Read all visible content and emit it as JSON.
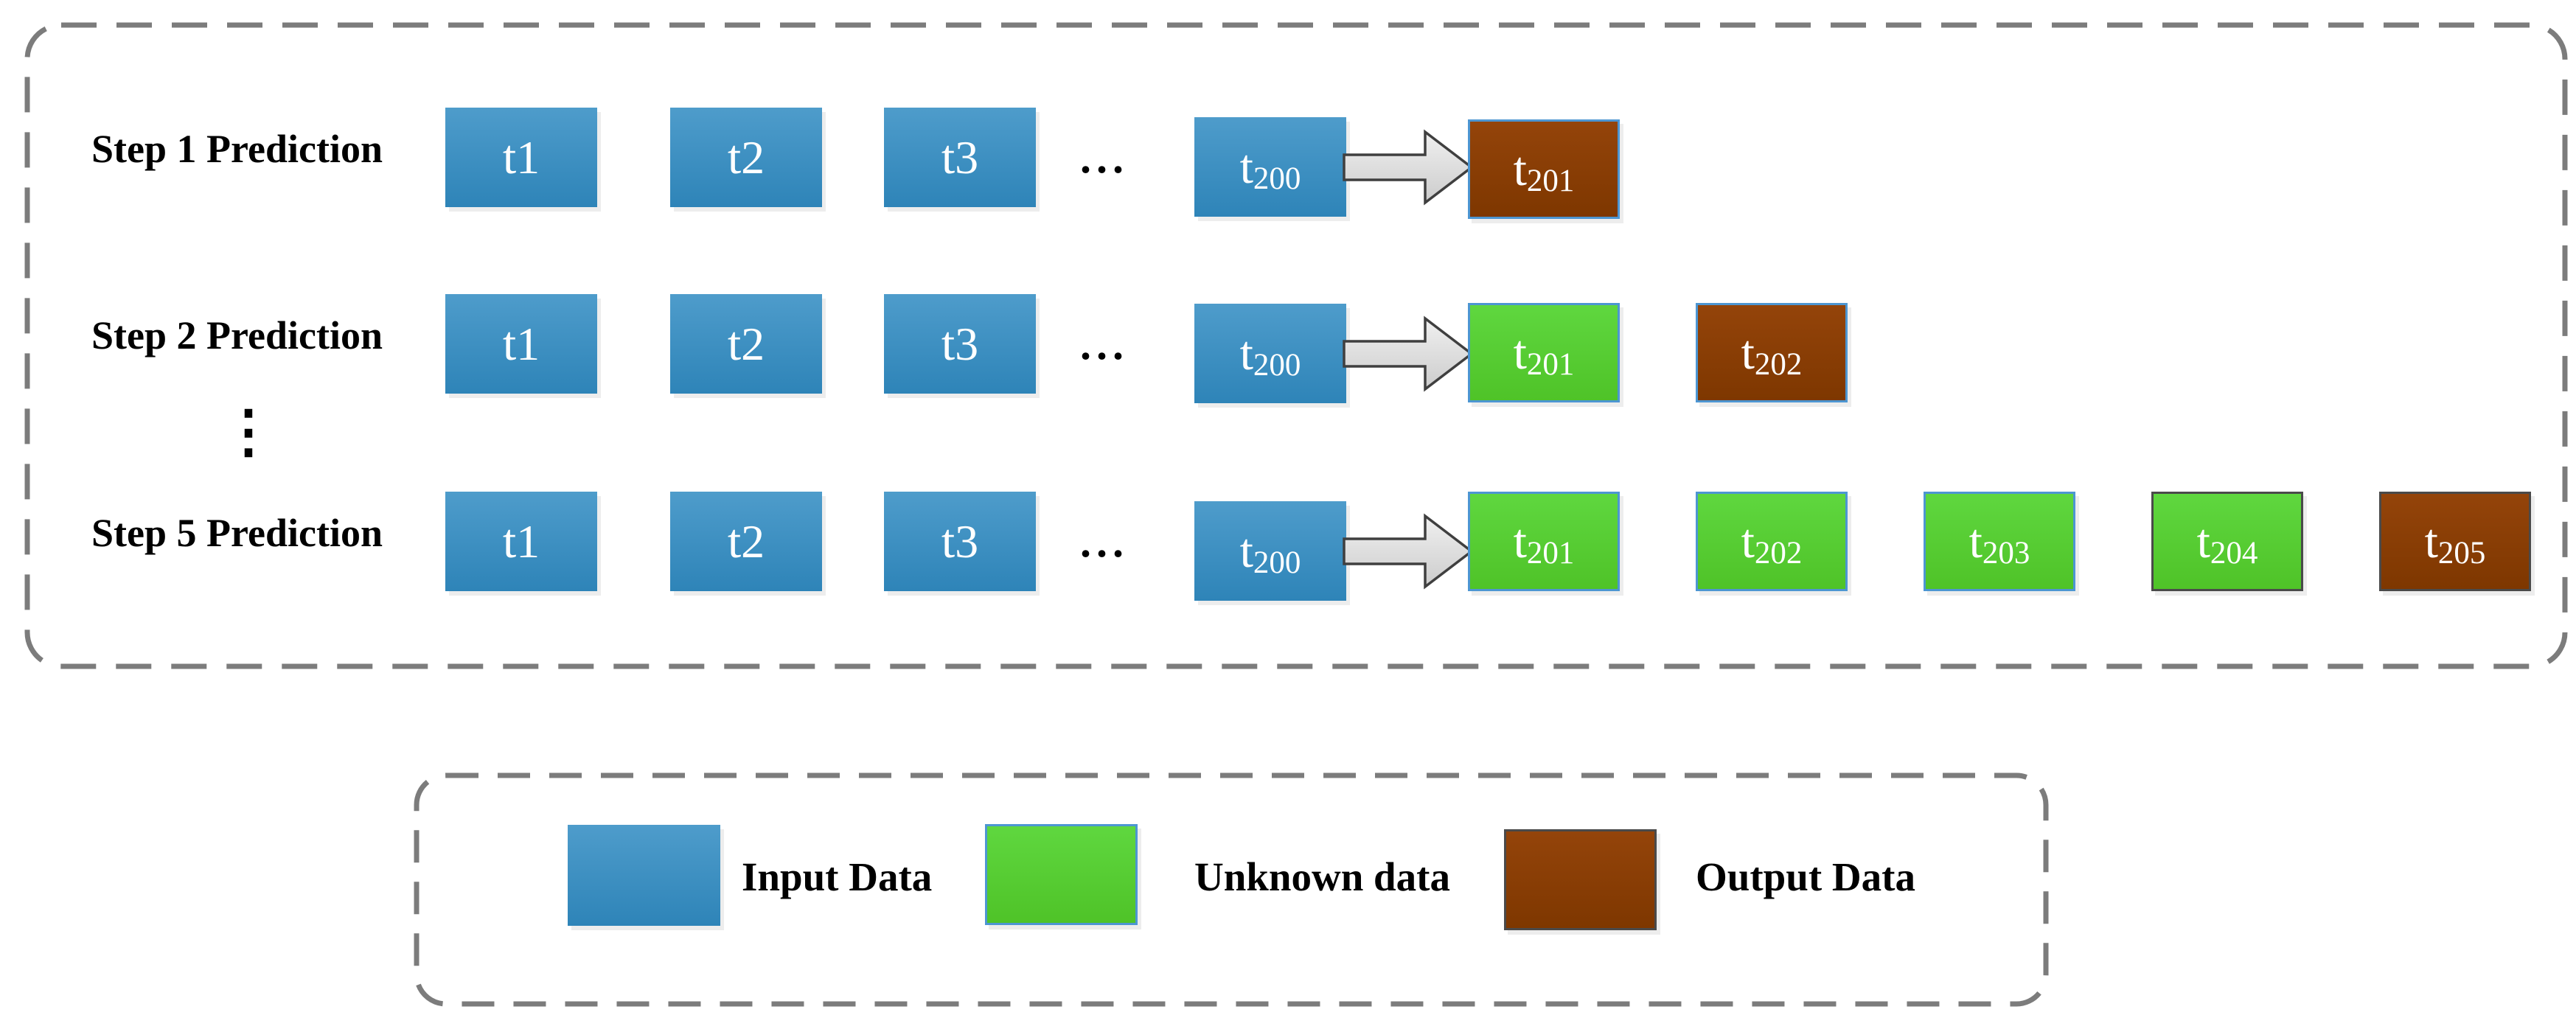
{
  "figure": {
    "rows": [
      {
        "label": "Step 1 Prediction",
        "cells": [
          {
            "kind": "box",
            "variant": "input",
            "border": "none",
            "label": {
              "base": "t",
              "sub": "1"
            },
            "subscript": false
          },
          {
            "kind": "box",
            "variant": "input",
            "border": "none",
            "label": {
              "base": "t",
              "sub": "2"
            },
            "subscript": false
          },
          {
            "kind": "box",
            "variant": "input",
            "border": "none",
            "label": {
              "base": "t",
              "sub": "3"
            },
            "subscript": false
          },
          {
            "kind": "ellipsis",
            "glyph": "..."
          },
          {
            "kind": "box",
            "variant": "input",
            "border": "none",
            "label": {
              "base": "t",
              "sub": "200"
            },
            "subscript": true
          },
          {
            "kind": "arrow"
          },
          {
            "kind": "box",
            "variant": "output",
            "border": "blue",
            "label": {
              "base": "t",
              "sub": "201"
            },
            "subscript": true
          }
        ]
      },
      {
        "label": "Step 2 Prediction",
        "cells": [
          {
            "kind": "box",
            "variant": "input",
            "border": "none",
            "label": {
              "base": "t",
              "sub": "1"
            },
            "subscript": false
          },
          {
            "kind": "box",
            "variant": "input",
            "border": "none",
            "label": {
              "base": "t",
              "sub": "2"
            },
            "subscript": false
          },
          {
            "kind": "box",
            "variant": "input",
            "border": "none",
            "label": {
              "base": "t",
              "sub": "3"
            },
            "subscript": false
          },
          {
            "kind": "ellipsis",
            "glyph": "..."
          },
          {
            "kind": "box",
            "variant": "input",
            "border": "none",
            "label": {
              "base": "t",
              "sub": "200"
            },
            "subscript": true
          },
          {
            "kind": "arrow"
          },
          {
            "kind": "box",
            "variant": "unknown",
            "border": "blue",
            "label": {
              "base": "t",
              "sub": "201"
            },
            "subscript": true
          },
          {
            "kind": "box",
            "variant": "output",
            "border": "blue",
            "label": {
              "base": "t",
              "sub": "202"
            },
            "subscript": true
          }
        ]
      },
      {
        "label": "Step 5 Prediction",
        "cells": [
          {
            "kind": "box",
            "variant": "input",
            "border": "none",
            "label": {
              "base": "t",
              "sub": "1"
            },
            "subscript": false
          },
          {
            "kind": "box",
            "variant": "input",
            "border": "none",
            "label": {
              "base": "t",
              "sub": "2"
            },
            "subscript": false
          },
          {
            "kind": "box",
            "variant": "input",
            "border": "none",
            "label": {
              "base": "t",
              "sub": "3"
            },
            "subscript": false
          },
          {
            "kind": "ellipsis",
            "glyph": "..."
          },
          {
            "kind": "box",
            "variant": "input",
            "border": "none",
            "label": {
              "base": "t",
              "sub": "200"
            },
            "subscript": true
          },
          {
            "kind": "arrow"
          },
          {
            "kind": "box",
            "variant": "unknown",
            "border": "blue",
            "label": {
              "base": "t",
              "sub": "201"
            },
            "subscript": true
          },
          {
            "kind": "box",
            "variant": "unknown",
            "border": "blue",
            "label": {
              "base": "t",
              "sub": "202"
            },
            "subscript": true
          },
          {
            "kind": "box",
            "variant": "unknown",
            "border": "blue",
            "label": {
              "base": "t",
              "sub": "203"
            },
            "subscript": true
          },
          {
            "kind": "box",
            "variant": "unknown",
            "border": "dark",
            "label": {
              "base": "t",
              "sub": "204"
            },
            "subscript": true
          },
          {
            "kind": "box",
            "variant": "output",
            "border": "dark",
            "label": {
              "base": "t",
              "sub": "205"
            },
            "subscript": true
          }
        ]
      }
    ],
    "vertical_ellipsis": "⋮"
  },
  "legend": {
    "items": [
      {
        "label": "Input Data",
        "variant": "input",
        "border": "none"
      },
      {
        "label": "Unknown data",
        "variant": "unknown",
        "border": "blue"
      },
      {
        "label": "Output Data",
        "variant": "output",
        "border": "dark"
      }
    ]
  },
  "colors": {
    "variants": {
      "input": {
        "top": "#4E9CCB",
        "bottom": "#2E84B8"
      },
      "unknown": {
        "top": "#5FD73F",
        "bottom": "#4FC328"
      },
      "output": {
        "top": "#94440A",
        "bottom": "#7E3700"
      }
    },
    "border_blue": "#4D96D2",
    "border_dark": "#4A4A4A",
    "frame": "#7C7C7C",
    "arrow": {
      "top": "#F0F0F0",
      "bottom": "#CCCCCC",
      "stroke": "#3F3F3F"
    },
    "label_text": "#000000",
    "box_text": "#FFFFFF"
  }
}
